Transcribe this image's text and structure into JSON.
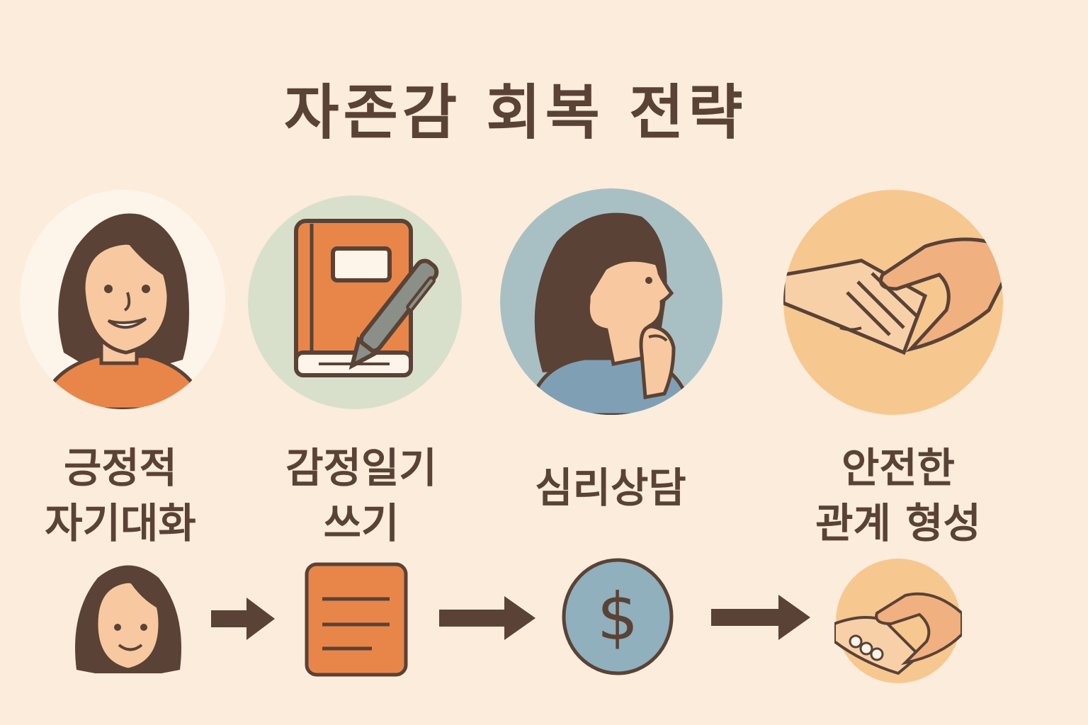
{
  "title": "자존감 회복 전략",
  "steps": [
    {
      "label_line1": "긍정적",
      "label_line2": "자기대화",
      "icon": "woman-smiling-icon",
      "small_icon": "woman-face-icon"
    },
    {
      "label_line1": "감정일기",
      "label_line2": "쓰기",
      "icon": "journal-pen-icon",
      "small_icon": "notepad-icon"
    },
    {
      "label_line1": "심리상담",
      "label_line2": "",
      "icon": "woman-thinking-icon",
      "small_icon": "dollar-coin-icon",
      "small_symbol": "$"
    },
    {
      "label_line1": "안전한",
      "label_line2": "관계 형성",
      "icon": "handshake-icon",
      "small_icon": "handshake-small-icon"
    }
  ],
  "colors": {
    "background": "#fcecdc",
    "ink": "#5a4236",
    "orange": "#e8864a",
    "green_circle": "#d8e0cc",
    "blue_circle": "#a8c0c4",
    "peach_circle": "#f6c890",
    "skin": "#f8c8a0"
  }
}
